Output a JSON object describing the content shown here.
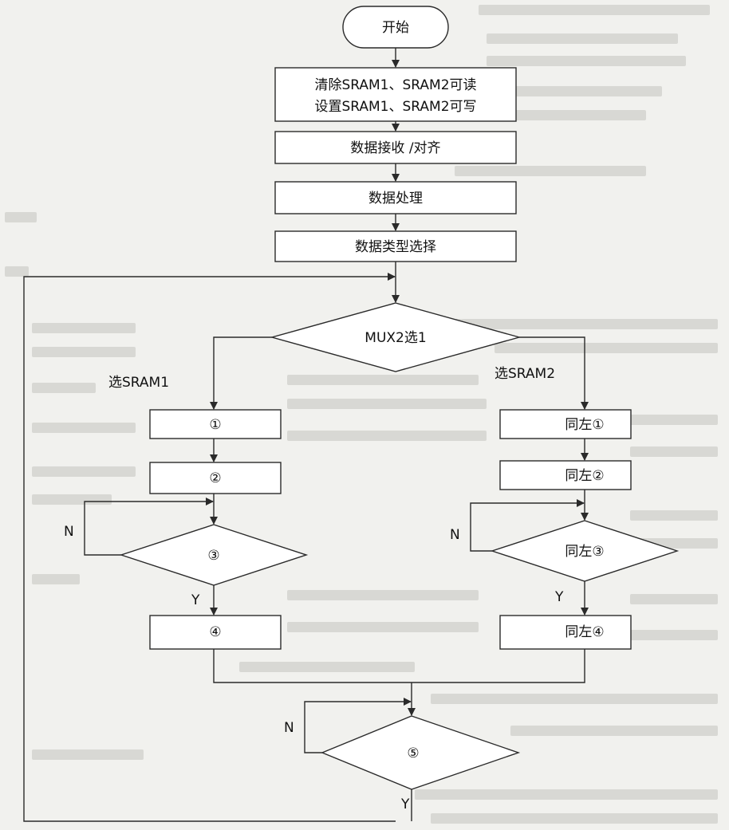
{
  "flowchart": {
    "start": "开始",
    "init_line1": "清除SRAM1、SRAM2可读",
    "init_line2": "设置SRAM1、SRAM2可写",
    "receive": "数据接收 /对齐",
    "process": "数据处理",
    "type_select": "数据类型选择",
    "mux": "MUX2选1",
    "left_branch": "选SRAM1",
    "right_branch": "选SRAM2",
    "left_steps": [
      "①",
      "②",
      "③",
      "④"
    ],
    "right_steps": [
      "同左①",
      "同左②",
      "同左③",
      "同左④"
    ],
    "final_decision": "⑤",
    "yes": "Y",
    "no": "N"
  }
}
